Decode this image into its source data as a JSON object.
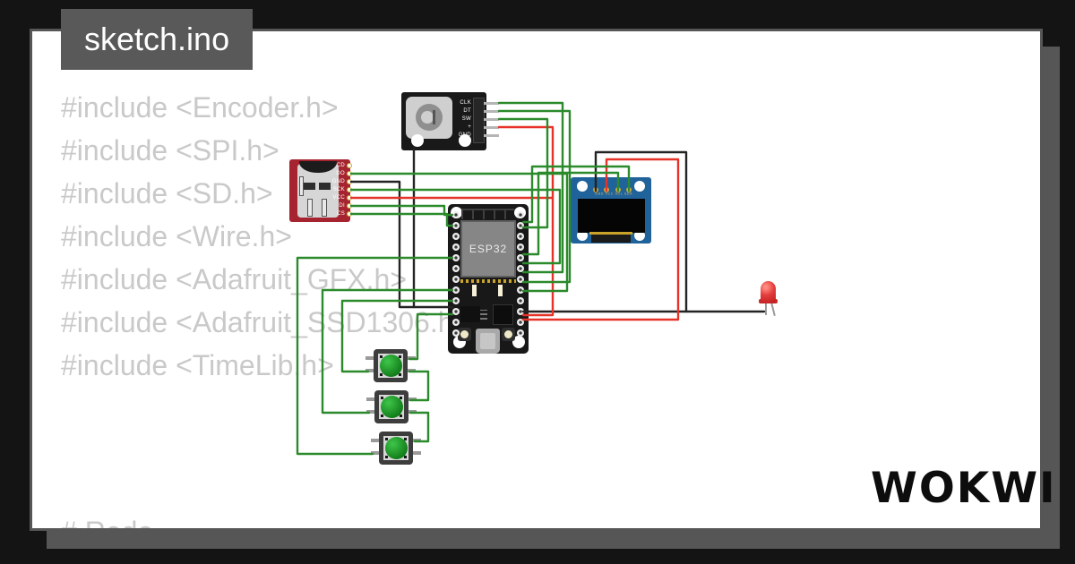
{
  "frame": {
    "title": "sketch.ino",
    "logo": "WOKWI"
  },
  "code": {
    "lines": [
      "#include <Encoder.h>",
      "#include <SPI.h>",
      "#include <SD.h>",
      "#include <Wire.h>",
      "#include <Adafruit_GFX.h>",
      "#include <Adafruit_SSD1306.h>",
      "#include <TimeLib.h>"
    ],
    "partial_line": "# Rede"
  },
  "components": {
    "encoder": {
      "name": "rotary-encoder",
      "pins": [
        "CLK",
        "DT",
        "SW",
        "+",
        "GND"
      ]
    },
    "microsd": {
      "name": "microsd-card-module",
      "pins": [
        "CD",
        "DO",
        "GND",
        "SCK",
        "VCC",
        "DI",
        "CS"
      ]
    },
    "esp32": {
      "name": "esp32-devkit",
      "chip_label": "ESP32"
    },
    "oled": {
      "name": "ssd1306-oled",
      "pin_labels": "GND VCC SCL SDA"
    },
    "led": {
      "name": "red-led"
    },
    "buttons": {
      "name": "pushbutton-green",
      "count": 3
    }
  },
  "colors": {
    "wire_green": "#2b8a2b",
    "wire_red": "#e63228",
    "wire_black": "#232323",
    "frame_bg": "#141414",
    "card_shadow": "#565656",
    "title_bg": "#595959",
    "code_text": "#c9c9c9",
    "microsd_red": "#a6242f",
    "oled_blue": "#20639b",
    "button_green": "#1c9422",
    "led_red": "#e23d3d",
    "gold": "#c9a32a"
  }
}
